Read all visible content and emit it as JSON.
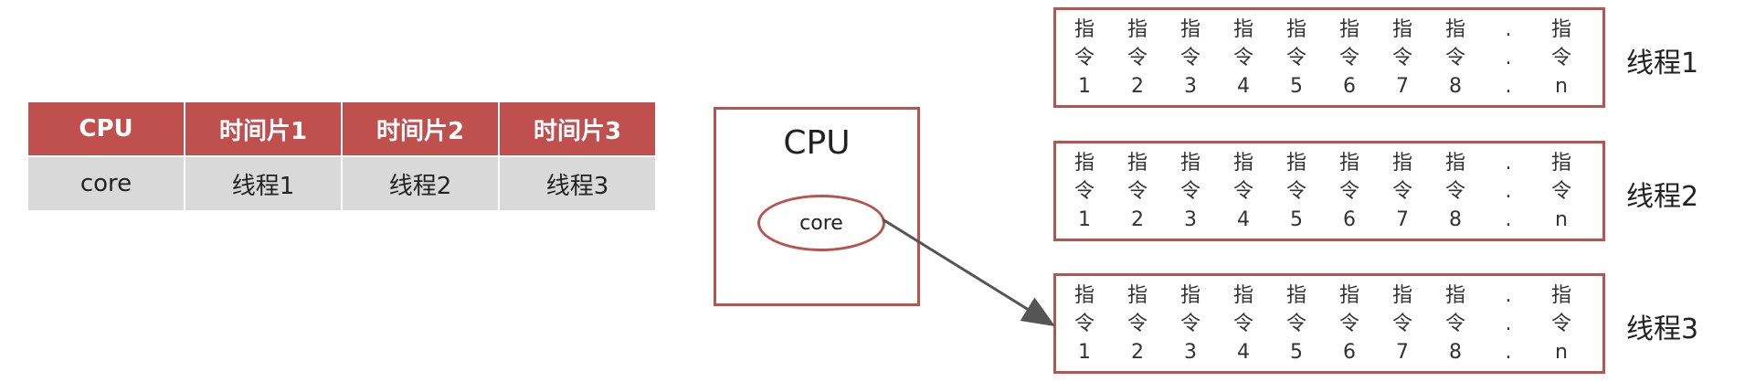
{
  "table": {
    "headers": [
      "CPU",
      "时间片1",
      "时间片2",
      "时间片3"
    ],
    "row": [
      "core",
      "线程1",
      "线程2",
      "线程3"
    ]
  },
  "cpu": {
    "title": "CPU",
    "core_label": "core"
  },
  "instruction_cells": [
    {
      "l1": "指",
      "l2": "令",
      "l3": "1"
    },
    {
      "l1": "指",
      "l2": "令",
      "l3": "2"
    },
    {
      "l1": "指",
      "l2": "令",
      "l3": "3"
    },
    {
      "l1": "指",
      "l2": "令",
      "l3": "4"
    },
    {
      "l1": "指",
      "l2": "令",
      "l3": "5"
    },
    {
      "l1": "指",
      "l2": "令",
      "l3": "6"
    },
    {
      "l1": "指",
      "l2": "令",
      "l3": "7"
    },
    {
      "l1": "指",
      "l2": "令",
      "l3": "8"
    },
    {
      "l1": ".",
      "l2": ".",
      "l3": "."
    },
    {
      "l1": "指",
      "l2": "令",
      "l3": "n"
    }
  ],
  "threads": [
    "线程1",
    "线程2",
    "线程3"
  ],
  "colors": {
    "header_bg": "#c0504d",
    "row_bg": "#d9d9d9",
    "border": "#b85450",
    "arrow": "#555555"
  }
}
